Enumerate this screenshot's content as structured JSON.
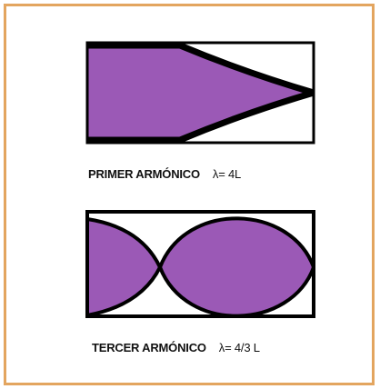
{
  "diagrams": [
    {
      "caption_name": "PRIMER ARMÓNICO",
      "caption_formula": "λ= 4L",
      "harmonic": 1
    },
    {
      "caption_name": "TERCER ARMÓNICO",
      "caption_formula": "λ= 4/3 L",
      "harmonic": 3
    }
  ],
  "colors": {
    "frame_border": "#e3a55f",
    "wave_fill": "#9b59b6",
    "outline": "#000000"
  }
}
